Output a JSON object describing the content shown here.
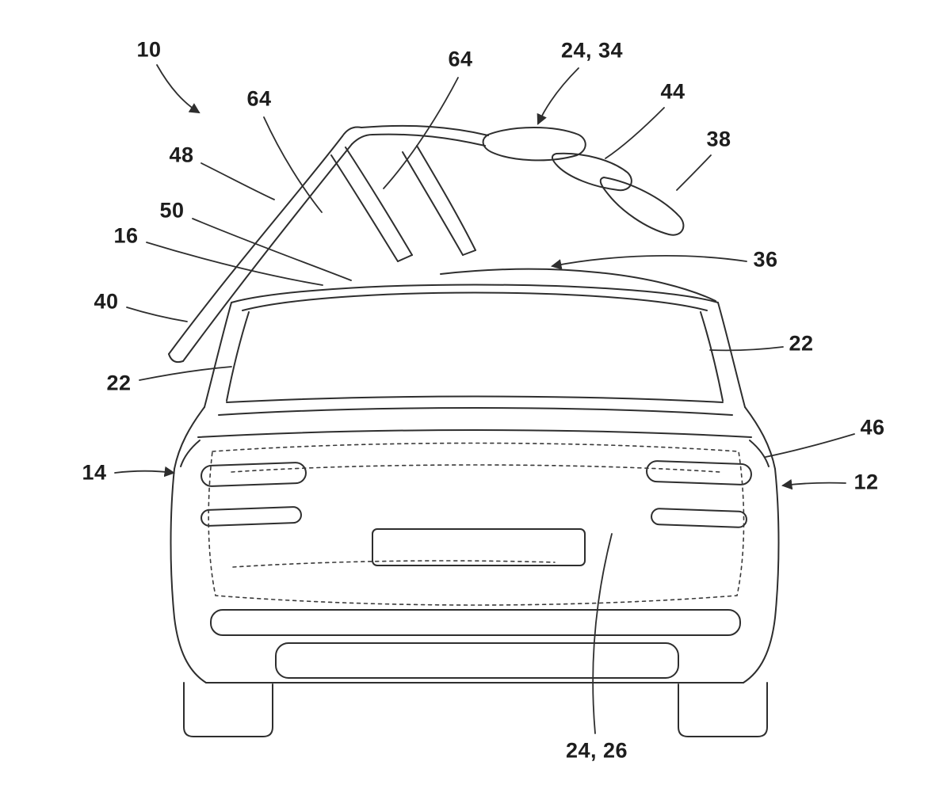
{
  "figure": {
    "kind": "patent-line-drawing",
    "line_color": "#2e2e2e",
    "background_color": "#ffffff",
    "labels": [
      {
        "id": "10",
        "text": "10"
      },
      {
        "id": "64-left",
        "text": "64"
      },
      {
        "id": "64-top",
        "text": "64"
      },
      {
        "id": "24-34",
        "text": "24, 34"
      },
      {
        "id": "44",
        "text": "44"
      },
      {
        "id": "38",
        "text": "38"
      },
      {
        "id": "48",
        "text": "48"
      },
      {
        "id": "50",
        "text": "50"
      },
      {
        "id": "16",
        "text": "16"
      },
      {
        "id": "40",
        "text": "40"
      },
      {
        "id": "36",
        "text": "36"
      },
      {
        "id": "22-right",
        "text": "22"
      },
      {
        "id": "22-left",
        "text": "22"
      },
      {
        "id": "46",
        "text": "46"
      },
      {
        "id": "14",
        "text": "14"
      },
      {
        "id": "12",
        "text": "12"
      },
      {
        "id": "24-26",
        "text": "24, 26"
      }
    ]
  }
}
